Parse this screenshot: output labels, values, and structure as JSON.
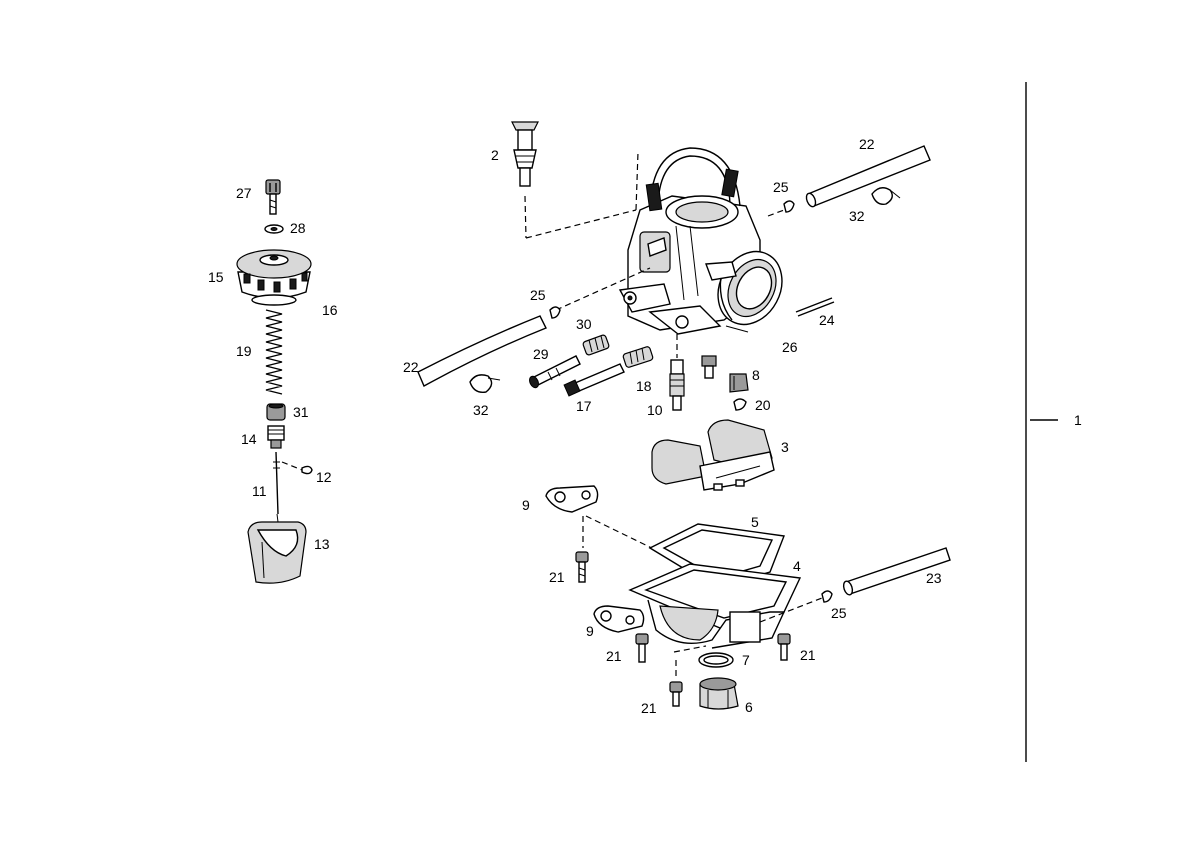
{
  "callouts": [
    {
      "id": "c1",
      "text": "1"
    },
    {
      "id": "c2",
      "text": "2"
    },
    {
      "id": "c3",
      "text": "3"
    },
    {
      "id": "c4",
      "text": "4"
    },
    {
      "id": "c5",
      "text": "5"
    },
    {
      "id": "c6",
      "text": "6"
    },
    {
      "id": "c7",
      "text": "7"
    },
    {
      "id": "c8",
      "text": "8"
    },
    {
      "id": "c9a",
      "text": "9"
    },
    {
      "id": "c9b",
      "text": "9"
    },
    {
      "id": "c10",
      "text": "10"
    },
    {
      "id": "c11",
      "text": "11"
    },
    {
      "id": "c12",
      "text": "12"
    },
    {
      "id": "c13",
      "text": "13"
    },
    {
      "id": "c14",
      "text": "14"
    },
    {
      "id": "c15",
      "text": "15"
    },
    {
      "id": "c16",
      "text": "16"
    },
    {
      "id": "c17",
      "text": "17"
    },
    {
      "id": "c18",
      "text": "18"
    },
    {
      "id": "c19",
      "text": "19"
    },
    {
      "id": "c20",
      "text": "20"
    },
    {
      "id": "c21a",
      "text": "21"
    },
    {
      "id": "c21b",
      "text": "21"
    },
    {
      "id": "c21c",
      "text": "21"
    },
    {
      "id": "c21d",
      "text": "21"
    },
    {
      "id": "c22a",
      "text": "22"
    },
    {
      "id": "c22b",
      "text": "22"
    },
    {
      "id": "c23",
      "text": "23"
    },
    {
      "id": "c24",
      "text": "24"
    },
    {
      "id": "c25a",
      "text": "25"
    },
    {
      "id": "c25b",
      "text": "25"
    },
    {
      "id": "c25c",
      "text": "25"
    },
    {
      "id": "c26",
      "text": "26"
    },
    {
      "id": "c27",
      "text": "27"
    },
    {
      "id": "c28",
      "text": "28"
    },
    {
      "id": "c29",
      "text": "29"
    },
    {
      "id": "c30",
      "text": "30"
    },
    {
      "id": "c31",
      "text": "31"
    },
    {
      "id": "c32a",
      "text": "32"
    },
    {
      "id": "c32b",
      "text": "32"
    }
  ]
}
